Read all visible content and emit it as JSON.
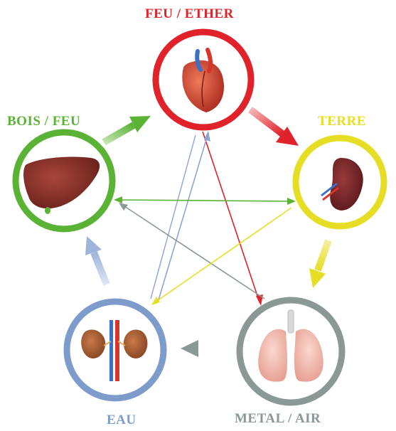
{
  "labels": {
    "fire": "FEU / ETHER",
    "wood": "BOIS / FEU",
    "earth": "TERRE",
    "water": "EAU",
    "metal": "METAL / AIR"
  },
  "colors": {
    "fire": "#e0232b",
    "wood": "#5bb336",
    "earth": "#e6de24",
    "water": "#7e9ccb",
    "metal": "#8a9896"
  },
  "organs": {
    "fire": "heart-icon",
    "wood": "liver-icon",
    "earth": "spleen-icon",
    "water": "kidneys-icon",
    "metal": "lungs-icon"
  }
}
